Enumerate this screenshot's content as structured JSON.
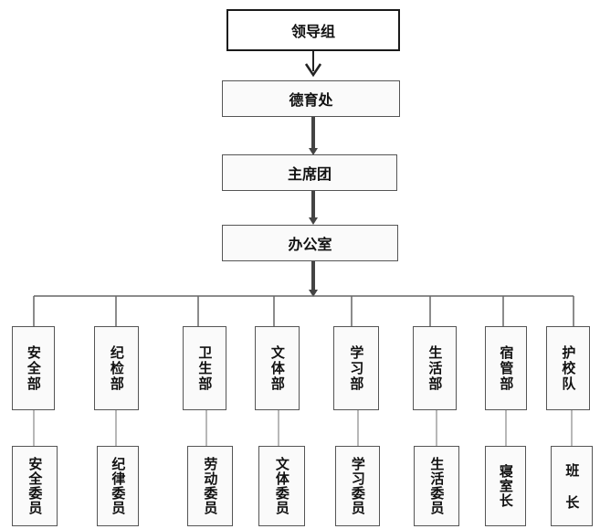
{
  "org_chart": {
    "top": "领导组",
    "chain": [
      "德育处",
      "主席团",
      "办公室"
    ],
    "departments": [
      "安全部",
      "纪检部",
      "卫生部",
      "文体部",
      "学习部",
      "生活部",
      "宿管部",
      "护校队"
    ],
    "members": [
      "安全委员",
      "纪律委员",
      "劳动委员",
      "文体委员",
      "学习委员",
      "生活委员",
      "寝室长",
      "班 长"
    ]
  }
}
